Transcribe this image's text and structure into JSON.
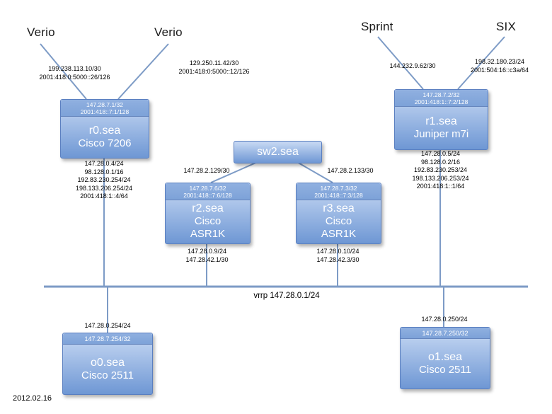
{
  "diagram": {
    "date": "2012.02.16",
    "bus_label": "vrrp 147.28.0.1/24"
  },
  "providers": {
    "verio1": "Verio",
    "verio2": "Verio",
    "sprint": "Sprint",
    "six": "SIX"
  },
  "annotations": {
    "verio1_link": [
      "199.238.113.10/30",
      "2001:418:0:5000::26/126"
    ],
    "verio2_link": [
      "129.250.11.42/30",
      "2001:418:0:5000::12/126"
    ],
    "sprint_link": "144.232.9.62/30",
    "six_link": [
      "198.32.180.23/24",
      "2001:504:16::c3a/64"
    ],
    "r0_interfaces": [
      "147.28.0.4/24",
      "98.128.0.1/16",
      "192.83.230.254/24",
      "198.133.206.254/24",
      "2001:418:1::4/64"
    ],
    "r1_interfaces": [
      "147.28.0.5/24",
      "98.128.0.2/16",
      "192.83.230.253/24",
      "198.133.206.253/24",
      "2001:418:1::1/64"
    ],
    "sw2_r2_link": "147.28.2.129/30",
    "sw2_r3_link": "147.28.2.133/30",
    "r2_interfaces": [
      "147.28.0.9/24",
      "147.28.42.1/30"
    ],
    "r3_interfaces": [
      "147.28.0.10/24",
      "147.28.42.3/30"
    ],
    "o0_interface": "147.28.0.254/24",
    "o1_interface": "147.28.0.250/24"
  },
  "nodes": {
    "r0": {
      "header": [
        "147.28.7.1/32",
        "2001:418::7:1/128"
      ],
      "name": "r0.sea",
      "model": [
        "Cisco 7206"
      ]
    },
    "r1": {
      "header": [
        "147.28.7.2/32",
        "2001:418:1::7:2/128"
      ],
      "name": "r1.sea",
      "model": [
        "Juniper m7i"
      ]
    },
    "sw2": {
      "name": "sw2.sea"
    },
    "r2": {
      "header": [
        "147.28.7.6/32",
        "2001:418::7:6/128"
      ],
      "name": "r2.sea",
      "model": [
        "Cisco",
        "ASR1K"
      ]
    },
    "r3": {
      "header": [
        "147.28.7.3/32",
        "2001:418::7:3/128"
      ],
      "name": "r3.sea",
      "model": [
        "Cisco",
        "ASR1K"
      ]
    },
    "o0": {
      "header": [
        "147.28.7.254/32"
      ],
      "name": "o0.sea",
      "model": [
        "Cisco 2511"
      ]
    },
    "o1": {
      "header": [
        "147.28.7.250/32"
      ],
      "name": "o1.sea",
      "model": [
        "Cisco 2511"
      ]
    }
  },
  "colors": {
    "wire": "#7d9bc6",
    "nodeBorder": "#5a7fc0",
    "nodeTop": "#c9daf4",
    "nodeBottom": "#6e97d4",
    "nodeHeaderTop": "#90b0e0",
    "nodeHeaderBottom": "#7da2d8"
  }
}
